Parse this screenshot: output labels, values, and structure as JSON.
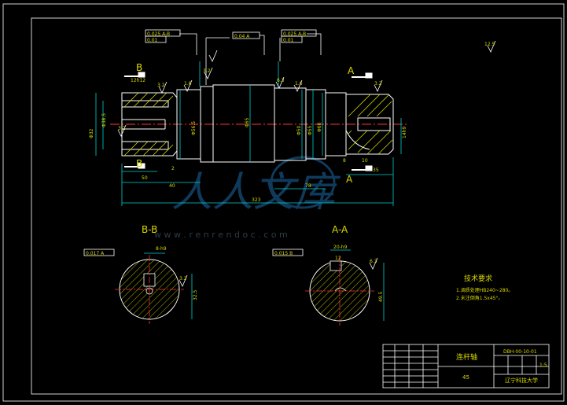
{
  "drawing": {
    "section_labels": {
      "b_top": "B",
      "b_bottom": "B",
      "a_top": "A",
      "a_bottom": "A",
      "view_bb": "B-B",
      "view_aa": "A-A"
    },
    "tolerances": {
      "tol_left_1": "0.025 A-B",
      "tol_left_2": "0.01",
      "tol_mid": "0.04 A",
      "tol_right_1": "0.025 A-B",
      "tol_right_2": "0.01",
      "tol_bb": "0.017 A",
      "tol_aa": "0.015 B"
    },
    "roughness": {
      "r1": "3.2",
      "r2": "1.6",
      "r3": "3.2",
      "r4": "6.3",
      "r5": "1.6",
      "r6": "3.2",
      "r_corner": "12.5",
      "r_mid": "3.2",
      "r_bb": "3.2",
      "r_aa": "6.3"
    },
    "dims": {
      "d_left_top": "12h12",
      "d_left_phi": "Φ32",
      "d_left_keyway": "Φ38.5",
      "d_mid_big": "Φ65",
      "d_mid_small": "Φ56.5",
      "d_right_1": "Φ50",
      "d_right_2": "Φ55",
      "d_right_3": "Φ60",
      "d_right_end": "14h9",
      "len_50": "50",
      "len_40": "40",
      "len_78": "78",
      "len_35": "35",
      "len_10": "10",
      "len_8": "8",
      "len_2": "2",
      "len_total": "323",
      "bb_top": "8-h9",
      "bb_side": "32.5",
      "aa_top": "20-h9",
      "aa_side": "49.5",
      "aa_small": "12"
    },
    "watermark": {
      "chars": "人人文库",
      "url": "w w w . r e n r e n d o c . c o m"
    },
    "tech_requirements": {
      "title": "技术要求",
      "line1": "1.调质处理HB240~280。",
      "line2": "2.未注倒角1.5x45°。"
    },
    "title_block": {
      "part_name": "连杆轴",
      "drawing_no": "DBH-00-10-01",
      "material": "45",
      "school": "辽宁科技大学",
      "scale": "1:5"
    }
  }
}
